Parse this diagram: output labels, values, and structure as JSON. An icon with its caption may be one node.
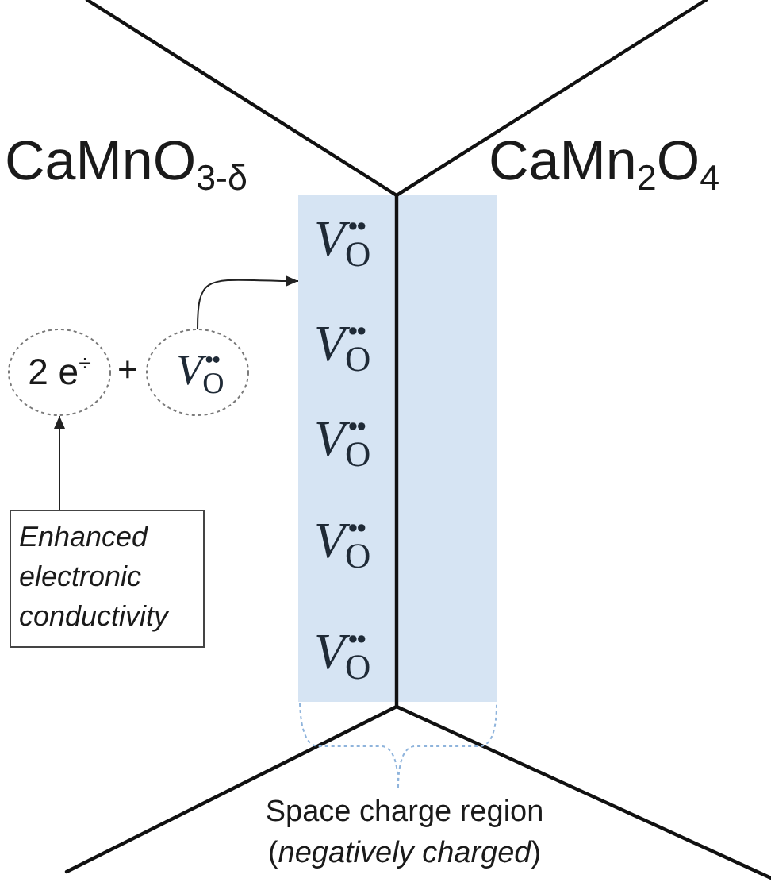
{
  "diagram": {
    "nodes": [
      {
        "text": [
          "*V*$_{O}$$^{••}$",
          "*V*$_{O}$$^{••}$",
          "*V*$_{O}$$^{••}$",
          "*V*$_{O}$$^{••}$",
          "*V*$_{O}$$^{••}$"
        ]
      },
      {
        "text": [
          "2 e$^{÷}$"
        ]
      },
      {
        "text": [
          "*V*$_{O}$$^{••}$"
        ]
      },
      {
        "text": [
          "Enhanced electronic conductivity"
        ]
      }
    ],
    "edges": [
      {
        "from": 3,
        "to": 1,
        "arrow": "to"
      },
      {
        "from": 2,
        "to": 0,
        "arrow": "to"
      }
    ],
    "labels": [
      "CaMnO$_{3-δ}$",
      "CaMn$_{2}$O$_{4}$",
      "+",
      "Space charge region (*negatively charged*)"
    ]
  }
}
